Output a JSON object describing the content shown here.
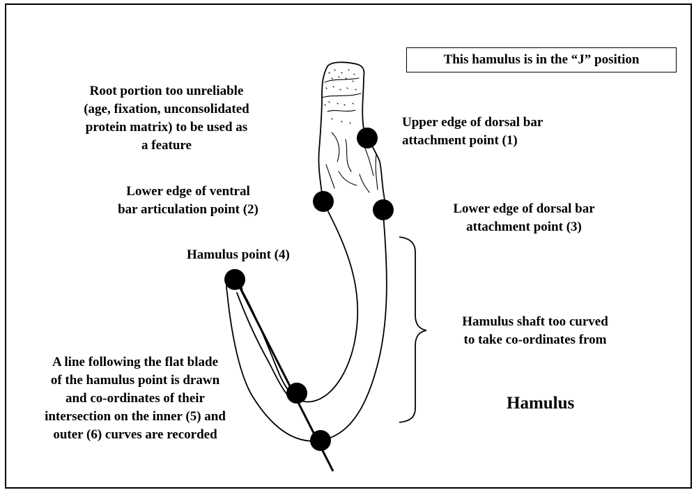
{
  "title_box": "This hamulus is in the “J” position",
  "main_label": "Hamulus",
  "annotations": {
    "root": [
      "Root portion too unreliable",
      "(age, fixation, unconsolidated",
      "protein matrix) to be used as",
      "a feature"
    ],
    "point1": [
      "Upper edge of dorsal bar",
      "attachment point (1)"
    ],
    "point2": [
      "Lower edge of ventral",
      "bar articulation point (2)"
    ],
    "point3": [
      "Lower edge of dorsal bar",
      "attachment point (3)"
    ],
    "point4": [
      "Hamulus point (4)"
    ],
    "shaft": [
      "Hamulus shaft too curved",
      "to take co-ordinates from"
    ],
    "blade": [
      "A line following the flat blade",
      "of the hamulus point is drawn",
      "and co-ordinates of their",
      "intersection on the inner (5) and",
      "outer  (6) curves are recorded"
    ]
  },
  "landmarks": [
    {
      "id": "1",
      "name": "Upper edge of dorsal bar attachment point"
    },
    {
      "id": "2",
      "name": "Lower edge of ventral bar articulation point"
    },
    {
      "id": "3",
      "name": "Lower edge of dorsal bar attachment point"
    },
    {
      "id": "4",
      "name": "Hamulus point"
    },
    {
      "id": "5",
      "name": "Inner curve intersection"
    },
    {
      "id": "6",
      "name": "Outer curve intersection"
    }
  ]
}
